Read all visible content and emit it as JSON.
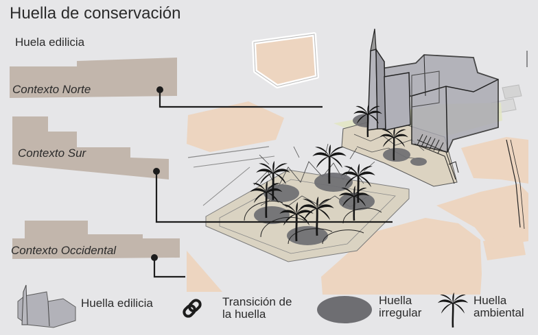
{
  "header": {
    "title": "Huella de conservación",
    "subtitle": "Huela edilicia"
  },
  "contexts": [
    {
      "id": "norte",
      "label": "Contexto Norte"
    },
    {
      "id": "sur",
      "label": "Contexto Sur"
    },
    {
      "id": "occidental",
      "label": "Contexto Occidental"
    }
  ],
  "legend": [
    {
      "id": "edilicia",
      "label": "Huella edilicia",
      "icon": "building-block-icon"
    },
    {
      "id": "transicion",
      "label_line1": "Transición de",
      "label_line2": "la huella",
      "icon": "chain-link-icon"
    },
    {
      "id": "irregular",
      "label_line1": "Huella",
      "label_line2": "irregular",
      "icon": "grey-ellipse-icon"
    },
    {
      "id": "ambiental",
      "label_line1": "Huella",
      "label_line2": "ambiental",
      "icon": "palm-tree-icon"
    }
  ],
  "colors": {
    "background": "#e6e6e8",
    "context_fill": "#c2b6ac",
    "block_fill": "#edd5c0",
    "building_fill": "#a9a9b1",
    "plaza_fill": "#dad3c2",
    "ellipse_fill": "#6e6e72",
    "line": "#1c1c1c"
  }
}
